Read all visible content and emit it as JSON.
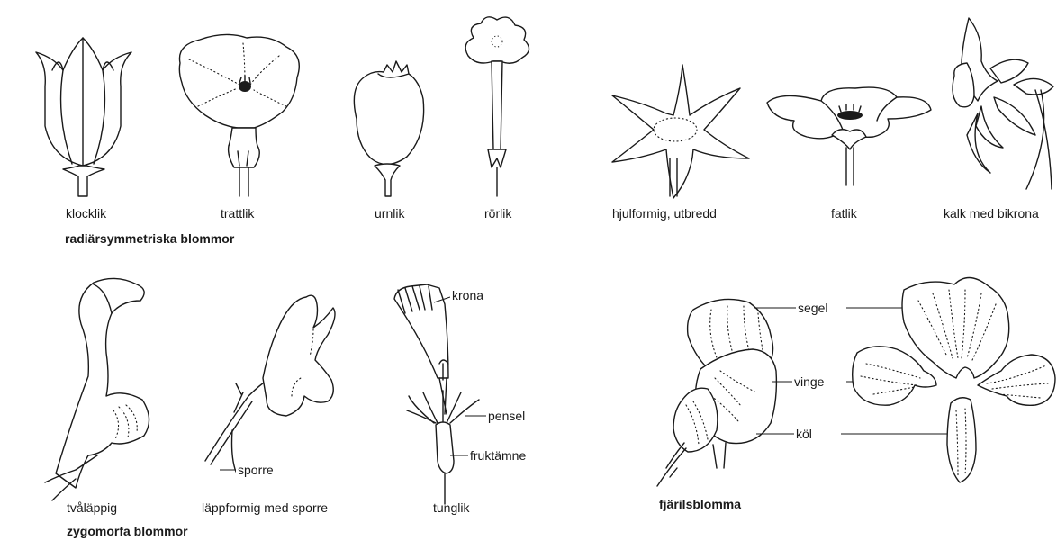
{
  "radial": {
    "caption": "radiärsymmetriska blommor",
    "shapes": {
      "klocklik": "klocklik",
      "trattlik": "trattlik",
      "urnlik": "urnlik",
      "rorlik": "rörlik",
      "hjulformig": "hjulformig, utbredd",
      "fatlik": "fatlik",
      "kalk_bikrona": "kalk med bikrona"
    }
  },
  "zygomorph": {
    "caption": "zygomorfa blommor",
    "shapes": {
      "tvalappig": "tvåläppig",
      "lappformig": "läppformig med sporre",
      "tunglik": "tunglik",
      "fjarilsblomma": "fjärilsblomma"
    }
  },
  "parts": {
    "sporre": "sporre",
    "krona": "krona",
    "pensel": "pensel",
    "fruktamne": "fruktämne",
    "segel": "segel",
    "vinge": "vinge",
    "kol": "köl"
  }
}
